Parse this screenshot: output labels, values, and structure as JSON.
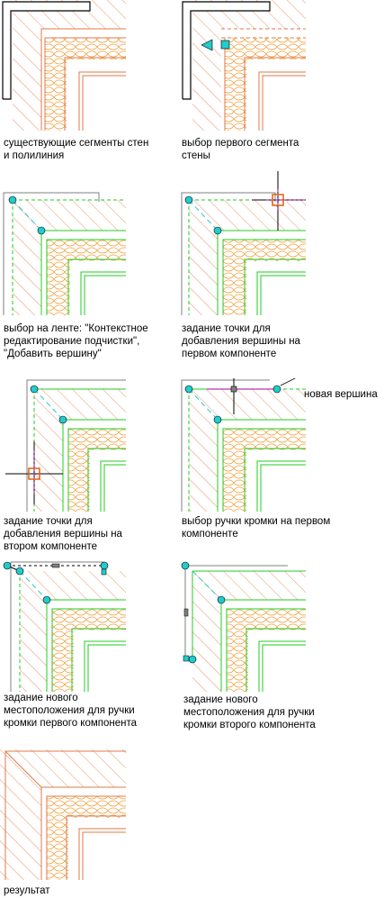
{
  "steps": [
    {
      "caption": [
        "существующие сегменты стен",
        "и полилиния"
      ]
    },
    {
      "caption": [
        "выбор первого сегмента",
        "стены"
      ]
    },
    {
      "caption": [
        "выбор на ленте: \"Контекстное",
        "редактирование подчистки\",",
        "\"Добавить вершину\""
      ]
    },
    {
      "caption": [
        "задание точки для",
        "добавления вершины на",
        "первом компоненте"
      ]
    },
    {
      "caption": [
        "задание точки для",
        "добавления вершины на",
        "втором компоненте"
      ]
    },
    {
      "caption": [
        "выбор ручки кромки на первом",
        "компоненте"
      ]
    },
    {
      "caption": [
        "задание нового",
        "местоположения для ручки",
        "кромки первого компонента"
      ]
    },
    {
      "caption": [
        "задание нового",
        "местоположения для ручки",
        "кромки второго компонента"
      ]
    },
    {
      "caption": [
        "результат"
      ]
    }
  ],
  "callout": {
    "label": "новая вершина"
  },
  "colors": {
    "wall_hatch": "#e07848",
    "insulation": "#f0a040",
    "selected_wall": "#22cc22",
    "grip": "#22cccc",
    "polyline": "#000000",
    "crosshair_box": "#e06010",
    "edge_grip": "#a000a0"
  }
}
